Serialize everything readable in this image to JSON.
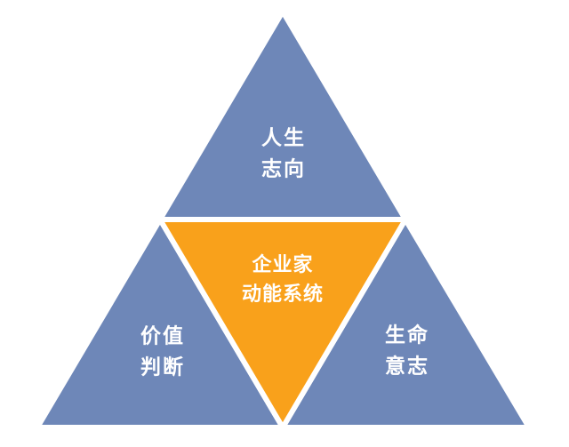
{
  "diagram": {
    "type": "pyramid-segment-diagram",
    "description": "Large triangle subdivided into four smaller triangles: three blue outer triangles (top, bottom-left, bottom-right) and one inverted orange center triangle, separated by white gaps.",
    "triangles": {
      "top": {
        "label": "人生\n志向"
      },
      "center": {
        "label": "企业家\n动能系统"
      },
      "bottom_left": {
        "label": "价值\n判断"
      },
      "bottom_right": {
        "label": "生命\n意志"
      }
    },
    "colors": {
      "blue": "#6E87B8",
      "orange": "#F9A11B",
      "label_text": "#FFFFFF",
      "background": "#FFFFFF",
      "gap": "#FFFFFF"
    }
  }
}
